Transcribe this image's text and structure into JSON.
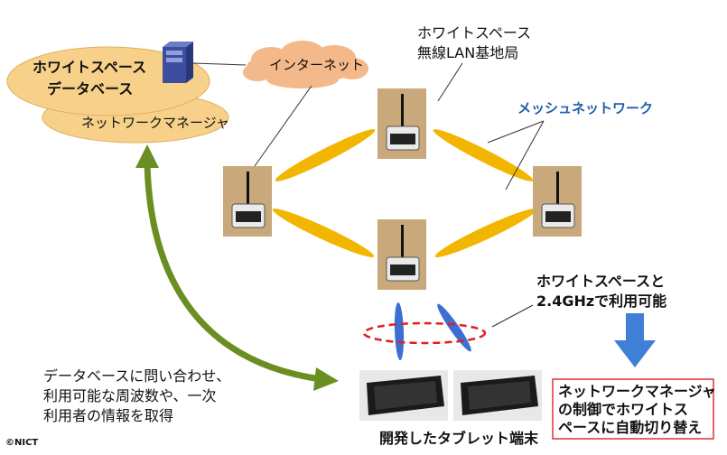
{
  "cloud": {
    "label": "インターネット"
  },
  "database": {
    "line1": "ホワイトスペース",
    "line2": "データベース"
  },
  "manager": {
    "label": "ネットワークマネージャ"
  },
  "base_station": {
    "line1": "ホワイトスペース",
    "line2": "無線LAN基地局"
  },
  "mesh": {
    "label": "メッシュネットワーク",
    "color": "#1f5fa8"
  },
  "dual_band": {
    "line1": "ホワイトスペースと",
    "line2": "2.4GHzで利用可能"
  },
  "switch_box": {
    "line1": "ネットワークマネージャ",
    "line2": "の制御でホワイトス",
    "line3": "ペースに自動切り替え",
    "border_color": "#d33"
  },
  "query_text": {
    "line1": "データベースに問い合わせ、",
    "line2": "利用可能な周波数や、一次",
    "line3": "利用者の情報を取得"
  },
  "tablets": {
    "label": "開発したタブレット端末"
  },
  "credit": {
    "label": "©NICT"
  },
  "colors": {
    "cloud": "#f4b98a",
    "ellipse": "#f7d08a",
    "link": "#f2b600",
    "arrow_green": "#6b8e23",
    "arrow_blue": "#3f7fd6",
    "lens_blue": "#3b6fd4",
    "dashed_red": "#e02020"
  }
}
